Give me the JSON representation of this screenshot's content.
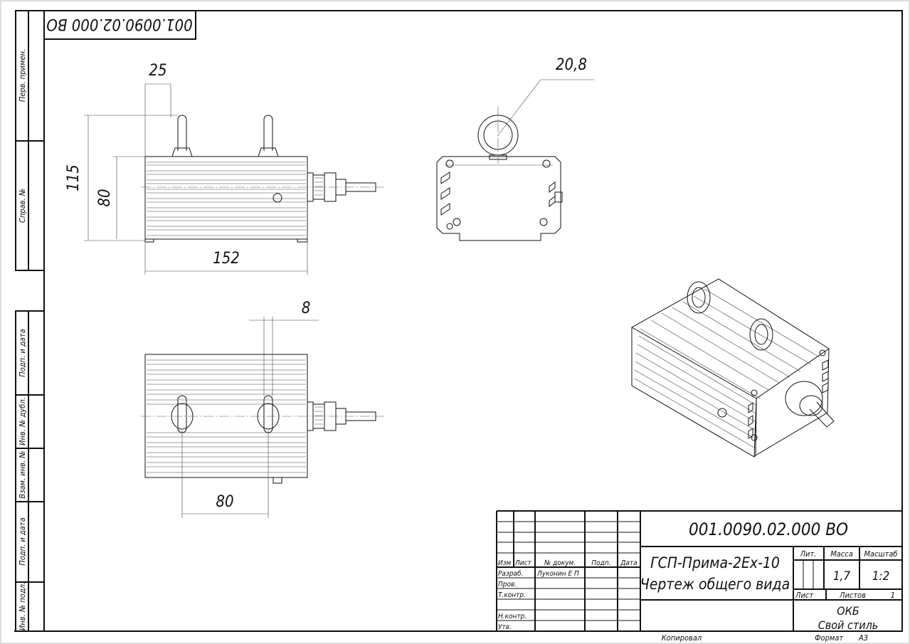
{
  "stamp_code": "001.0090.02.000 ВО",
  "side_strip": {
    "top": [
      "Перв. примен.",
      "Справ. №"
    ],
    "bottom": [
      "Подп. и дата",
      "Инв. № дубл.",
      "Взам. инв. №",
      "Подп. и дата",
      "Инв. № подл."
    ]
  },
  "dimensions": {
    "width_top": "25",
    "height_total": "115",
    "height_body": "80",
    "length": "152",
    "eye_diameter": "20,8",
    "gap": "8",
    "bolt_spacing": "80"
  },
  "title_block": {
    "code": "001.0090.02.000 ВО",
    "headers": {
      "izm": "Изм",
      "list": "Лист",
      "doc": "№ докум.",
      "sign": "Подп.",
      "date": "Дата"
    },
    "roles": {
      "razrab": "Разраб.",
      "prov": "Пров.",
      "tkontr": "Т.контр.",
      "nkontr": "Н.контр.",
      "utv": "Утв."
    },
    "developer": "Луконин Е П",
    "name_line1": "ГСП-Прима-2Ex-10",
    "name_line2": "Чертеж общего вида",
    "lit_label": "Лит.",
    "mass_label": "Масса",
    "scale_label": "Масштаб",
    "mass": "1,7",
    "scale": "1:2",
    "sheet_label": "Лист",
    "sheets_label": "Листов",
    "sheets": "1",
    "org_line1": "ОКБ",
    "org_line2": "Свой стиль",
    "copied": "Копировал",
    "format_label": "Формат",
    "format": "A3"
  }
}
